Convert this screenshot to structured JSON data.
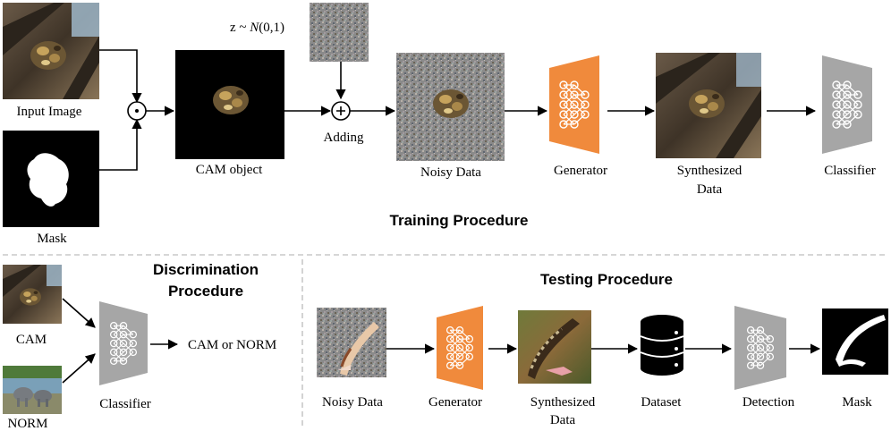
{
  "training": {
    "title": "Training Procedure",
    "input_label": "Input Image",
    "mask_label": "Mask",
    "cam_label": "CAM object",
    "noise_label_prefix": "z ~ ",
    "noise_label_dist": "N",
    "noise_label_suffix": "(0,1)",
    "adding_label": "Adding",
    "noisy_label": "Noisy Data",
    "generator_label": "Generator",
    "synth_label_1": "Synthesized",
    "synth_label_2": "Data",
    "classifier_label": "Classifier"
  },
  "discrimination": {
    "title_1": "Discrimination",
    "title_2": "Procedure",
    "cam_label": "CAM",
    "norm_label": "NORM",
    "classifier_label": "Classifier",
    "output_label": "CAM or NORM"
  },
  "testing": {
    "title": "Testing Procedure",
    "noisy_label": "Noisy Data",
    "generator_label": "Generator",
    "synth_label_1": "Synthesized",
    "synth_label_2": "Data",
    "dataset_label": "Dataset",
    "detection_label": "Detection",
    "mask_label": "Mask"
  },
  "colors": {
    "generator": "#f08a3c",
    "classifier": "#a6a6a6",
    "divider": "#c8c8c8"
  }
}
